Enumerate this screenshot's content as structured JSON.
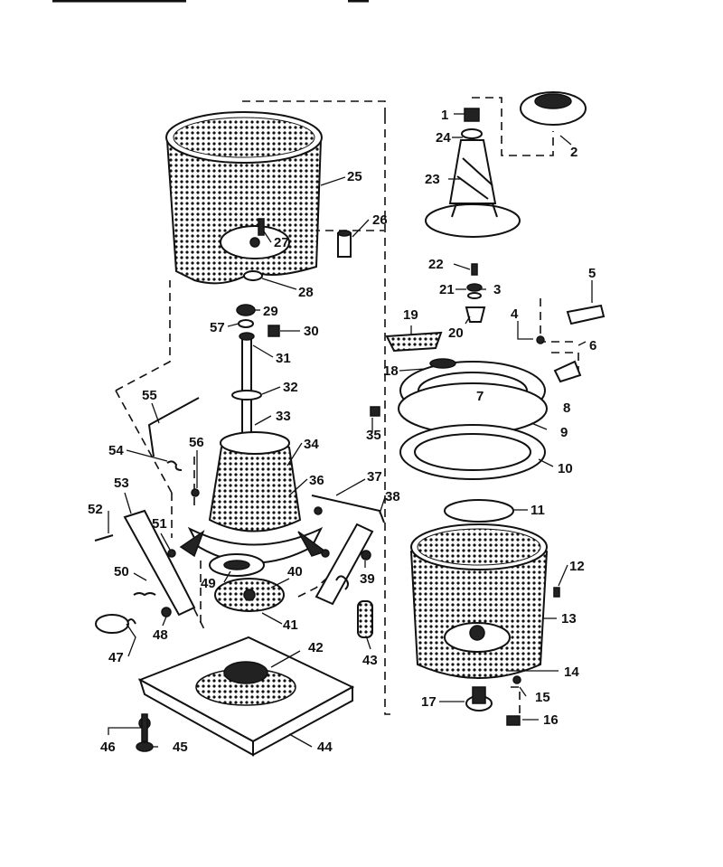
{
  "parts": [
    {
      "id": "p1",
      "label": "1"
    },
    {
      "id": "p2",
      "label": "2"
    },
    {
      "id": "p3",
      "label": "3"
    },
    {
      "id": "p4",
      "label": "4"
    },
    {
      "id": "p5",
      "label": "5"
    },
    {
      "id": "p6",
      "label": "6"
    },
    {
      "id": "p7",
      "label": "7"
    },
    {
      "id": "p8",
      "label": "8"
    },
    {
      "id": "p9",
      "label": "9"
    },
    {
      "id": "p10",
      "label": "10"
    },
    {
      "id": "p11",
      "label": "11"
    },
    {
      "id": "p12",
      "label": "12"
    },
    {
      "id": "p13",
      "label": "13"
    },
    {
      "id": "p14",
      "label": "14"
    },
    {
      "id": "p15",
      "label": "15"
    },
    {
      "id": "p16",
      "label": "16"
    },
    {
      "id": "p17",
      "label": "17"
    },
    {
      "id": "p18",
      "label": "18"
    },
    {
      "id": "p19",
      "label": "19"
    },
    {
      "id": "p20",
      "label": "20"
    },
    {
      "id": "p21",
      "label": "21"
    },
    {
      "id": "p22",
      "label": "22"
    },
    {
      "id": "p23",
      "label": "23"
    },
    {
      "id": "p24",
      "label": "24"
    },
    {
      "id": "p25",
      "label": "25"
    },
    {
      "id": "p26",
      "label": "26"
    },
    {
      "id": "p27",
      "label": "27"
    },
    {
      "id": "p28",
      "label": "28"
    },
    {
      "id": "p29",
      "label": "29"
    },
    {
      "id": "p30",
      "label": "30"
    },
    {
      "id": "p31",
      "label": "31"
    },
    {
      "id": "p32",
      "label": "32"
    },
    {
      "id": "p33",
      "label": "33"
    },
    {
      "id": "p34",
      "label": "34"
    },
    {
      "id": "p35",
      "label": "35"
    },
    {
      "id": "p36",
      "label": "36"
    },
    {
      "id": "p37",
      "label": "37"
    },
    {
      "id": "p38",
      "label": "38"
    },
    {
      "id": "p39",
      "label": "39"
    },
    {
      "id": "p40",
      "label": "40"
    },
    {
      "id": "p41",
      "label": "41"
    },
    {
      "id": "p42",
      "label": "42"
    },
    {
      "id": "p43",
      "label": "43"
    },
    {
      "id": "p44",
      "label": "44"
    },
    {
      "id": "p45",
      "label": "45"
    },
    {
      "id": "p46",
      "label": "46"
    },
    {
      "id": "p47",
      "label": "47"
    },
    {
      "id": "p48",
      "label": "48"
    },
    {
      "id": "p49",
      "label": "49"
    },
    {
      "id": "p50",
      "label": "50"
    },
    {
      "id": "p51",
      "label": "51"
    },
    {
      "id": "p52",
      "label": "52"
    },
    {
      "id": "p53",
      "label": "53"
    },
    {
      "id": "p54",
      "label": "54"
    },
    {
      "id": "p55",
      "label": "55"
    },
    {
      "id": "p56",
      "label": "56"
    },
    {
      "id": "p57",
      "label": "57"
    }
  ],
  "colors": {
    "ink": "#111111",
    "background": "#ffffff"
  }
}
